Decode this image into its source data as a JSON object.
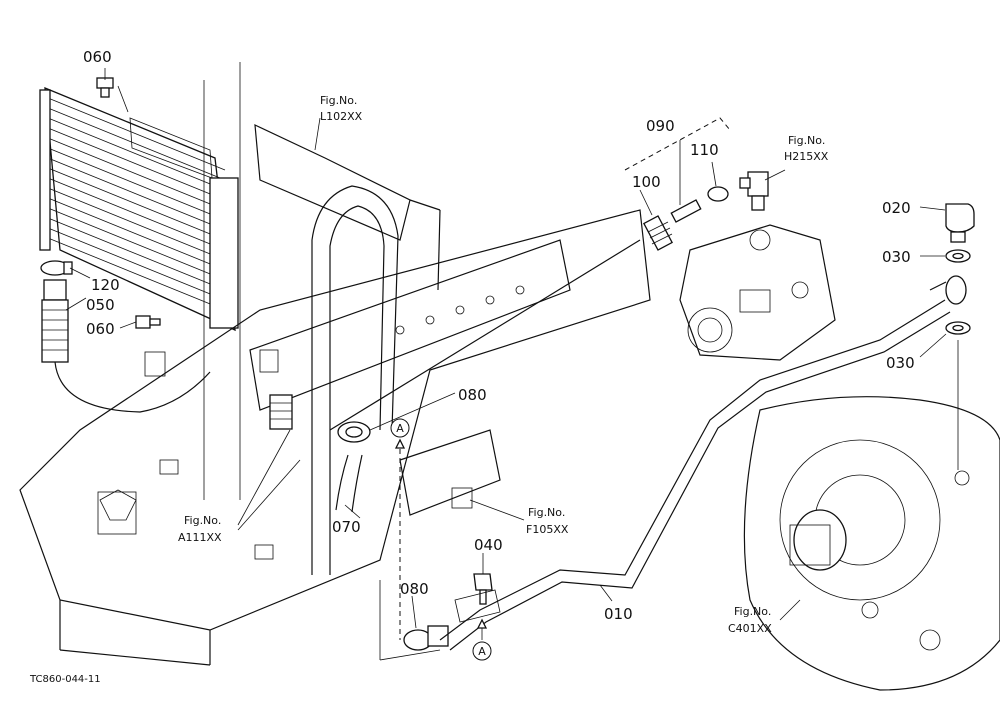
{
  "parts": {
    "p060a": "060",
    "p060b": "060",
    "p120": "120",
    "p050": "050",
    "p090": "090",
    "p100": "100",
    "p110": "110",
    "p020": "020",
    "p030a": "030",
    "p030b": "030",
    "p080a": "080",
    "p080b": "080",
    "p070": "070",
    "p040": "040",
    "p010": "010"
  },
  "refs": {
    "l102_fig": "Fig.No.",
    "l102_no": "L102XX",
    "h215_fig": "Fig.No.",
    "h215_no": "H215XX",
    "a111_fig": "Fig.No.",
    "a111_no": "A111XX",
    "f105_fig": "Fig.No.",
    "f105_no": "F105XX",
    "c401_fig": "Fig.No.",
    "c401_no": "C401XX"
  },
  "markers": {
    "a_top": "A",
    "a_bottom": "A"
  },
  "footer": {
    "drawing_code": "TC860-044-11"
  },
  "colors": {
    "line": "#111111",
    "background": "#ffffff"
  }
}
